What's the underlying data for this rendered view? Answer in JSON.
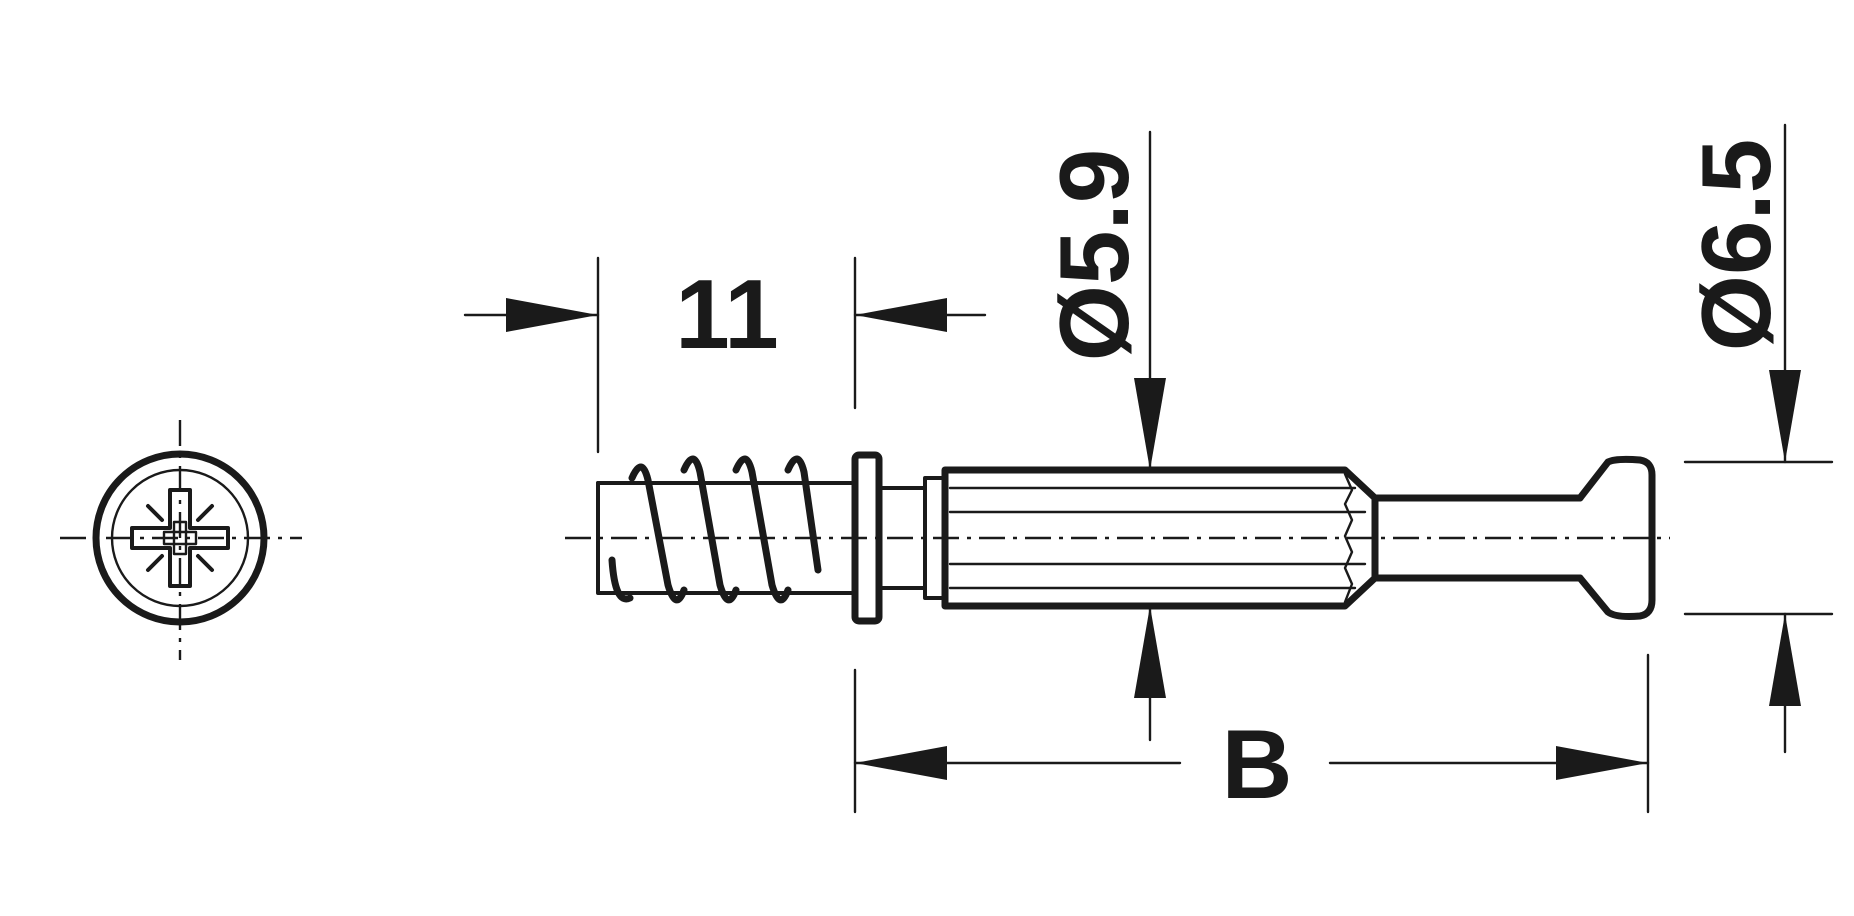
{
  "dimensions": {
    "thread_length": {
      "label": "11"
    },
    "shank_diameter": {
      "label": "Ø5.9"
    },
    "head_diameter": {
      "label": "Ø6.5"
    },
    "overall_length": {
      "label": "B"
    }
  },
  "colors": {
    "line": "#1a1a1a",
    "background": "#ffffff"
  },
  "icons": {
    "head_end_view": "pozidriv-cross-recess-icon"
  }
}
